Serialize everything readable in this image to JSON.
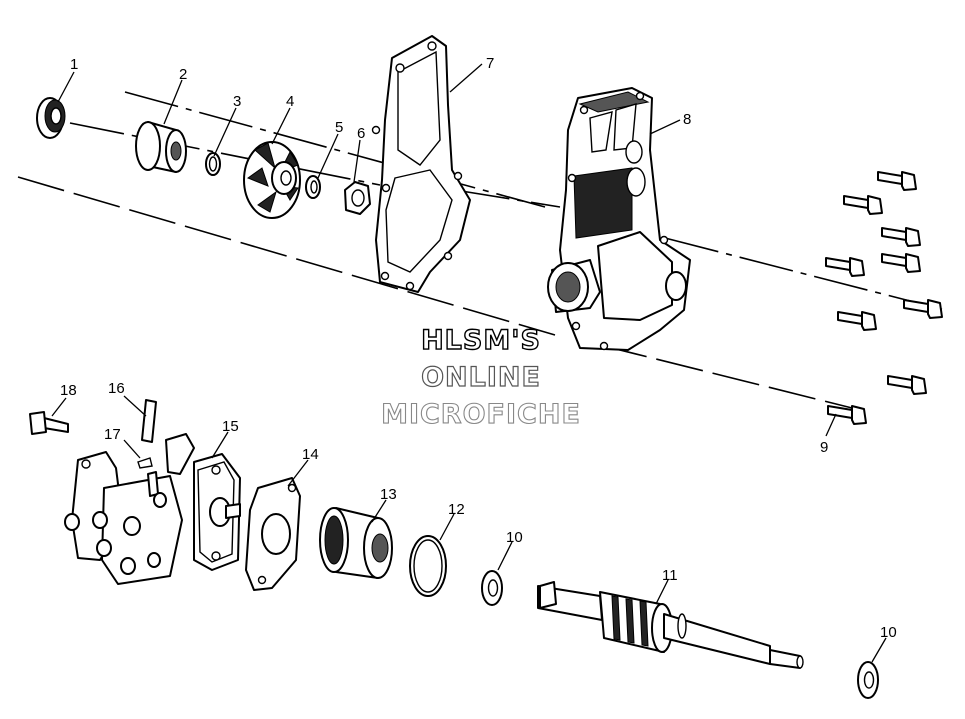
{
  "diagram": {
    "callouts": {
      "c1": "1",
      "c2": "2",
      "c3": "3",
      "c4": "4",
      "c5": "5",
      "c6": "6",
      "c7": "7",
      "c8": "8",
      "c9": "9",
      "c10a": "10",
      "c10b": "10",
      "c11": "11",
      "c12": "12",
      "c13": "13",
      "c14": "14",
      "c15": "15",
      "c16": "16",
      "c17": "17",
      "c18": "18"
    },
    "watermark": {
      "line1": "HLSM'S",
      "line2": "ONLINE",
      "line3": "MICROFICHE"
    }
  },
  "colors": {
    "line": "#000000",
    "background": "#ffffff",
    "watermark_mid": "#555555",
    "watermark_light": "#888888"
  }
}
